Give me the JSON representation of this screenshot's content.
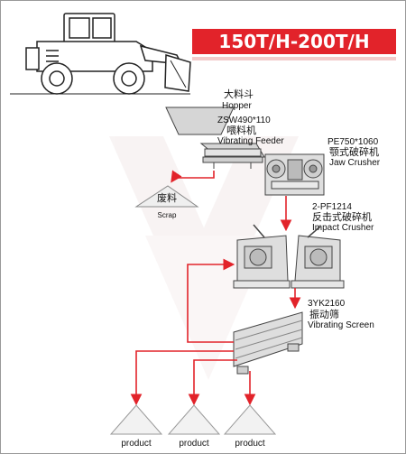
{
  "title": "150T/H-200T/H",
  "colors": {
    "accent": "#e2232a",
    "arrow": "#e2232a",
    "machine": "#d8d8d8"
  },
  "stages": {
    "hopper": {
      "cn": "大料斗",
      "en": "Hopper"
    },
    "feeder": {
      "model": "ZSW490*110",
      "cn": "喂料机",
      "en": "Vibrating Feeder"
    },
    "jaw": {
      "model": "PE750*1060",
      "cn": "颚式破碎机",
      "en": "Jaw Crusher"
    },
    "scrap": {
      "cn": "废料",
      "en": "Scrap"
    },
    "impact": {
      "model": "2-PF1214",
      "cn": "反击式破碎机",
      "en": "Impact Crusher"
    },
    "screen": {
      "model": "3YK2160",
      "cn": "振动筛",
      "en": "Vibrating Screen"
    }
  },
  "products": [
    "product",
    "product",
    "product"
  ],
  "icons": {
    "loader": "wheel-loader-icon"
  }
}
